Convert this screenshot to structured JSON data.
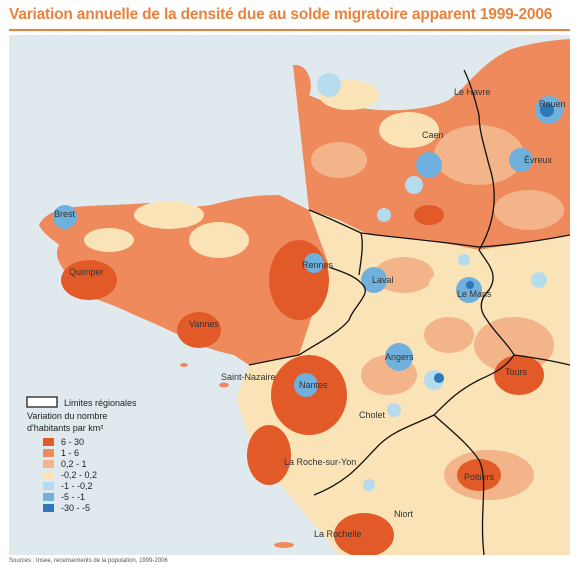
{
  "title": "Variation annuelle de la densité due au solde migratoire apparent 1999-2006",
  "colors": {
    "title": "#e8823c",
    "sea": "#dfe9ee",
    "dark_orange": "#e15a28",
    "orange": "#ee8a5c",
    "light_orange": "#f3b489",
    "cream": "#fae3b6",
    "light_blue": "#b6dbee",
    "mid_blue": "#6fb1dc",
    "dark_blue": "#2e78b8",
    "boundary": "#111111"
  },
  "cities": [
    {
      "name": "Le Havre"
    },
    {
      "name": "Rouen"
    },
    {
      "name": "Caen"
    },
    {
      "name": "Évreux"
    },
    {
      "name": "Brest"
    },
    {
      "name": "Quimper"
    },
    {
      "name": "Rennes"
    },
    {
      "name": "Vannes"
    },
    {
      "name": "Laval"
    },
    {
      "name": "Le Mans"
    },
    {
      "name": "Saint-Nazaire"
    },
    {
      "name": "Nantes"
    },
    {
      "name": "Angers"
    },
    {
      "name": "Tours"
    },
    {
      "name": "Cholet"
    },
    {
      "name": "La Roche-sur-Yon"
    },
    {
      "name": "Poitiers"
    },
    {
      "name": "Niort"
    },
    {
      "name": "La Rochelle"
    }
  ],
  "legend": {
    "boundary_label": "Limites régionales",
    "title_line1": "Variation du nombre",
    "title_line2": "d'habitants par km²",
    "classes": [
      {
        "label": "6 - 30",
        "color": "#e15a28"
      },
      {
        "label": "1 - 6",
        "color": "#ee8a5c"
      },
      {
        "label": "0,2 - 1",
        "color": "#f3b489"
      },
      {
        "label": "-0,2 - 0,2",
        "color": "#fae3b6"
      },
      {
        "label": "-1 - -0,2",
        "color": "#b6dbee"
      },
      {
        "label": "-5 - -1",
        "color": "#6fb1dc"
      },
      {
        "label": "-30 - -5",
        "color": "#2e78b8"
      }
    ]
  },
  "source": "Sources : Insee, recensements de la population, 1999-2006"
}
